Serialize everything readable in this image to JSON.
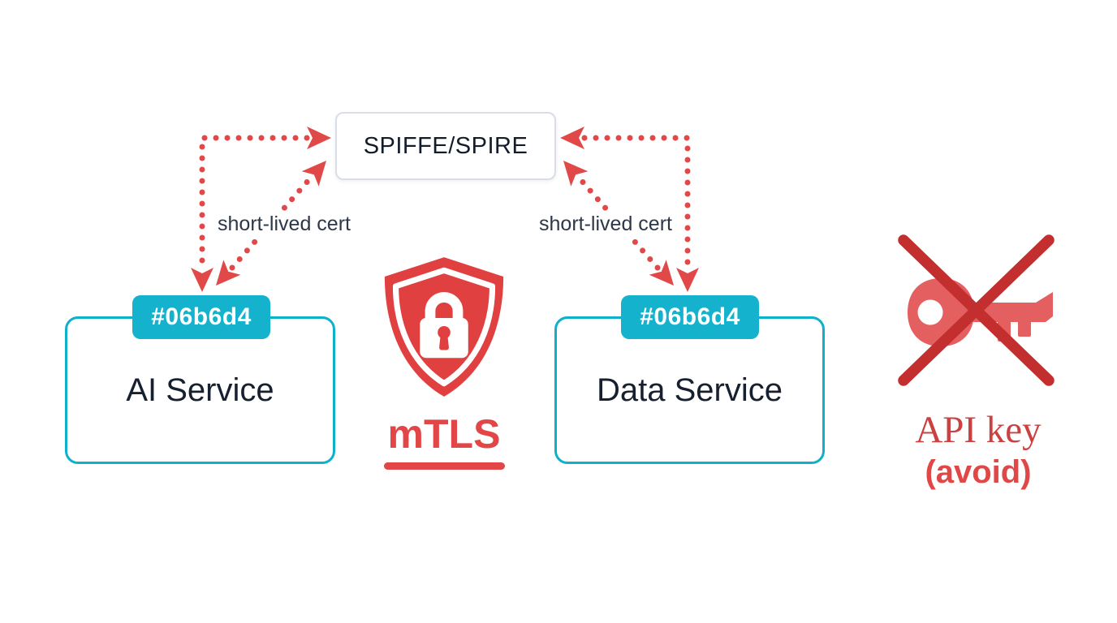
{
  "identity_box": {
    "label": "SPIFFE/SPIRE"
  },
  "connections": {
    "left_label": "short-lived cert",
    "right_label": "short-lived cert"
  },
  "services": {
    "left": {
      "name": "AI Service",
      "tag": "#06b6d4"
    },
    "right": {
      "name": "Data Service",
      "tag": "#06b6d4"
    }
  },
  "mtls": {
    "label": "mTLS",
    "icon": "shield-lock-icon"
  },
  "api_key": {
    "label": "API key",
    "note": "(avoid)",
    "icon": "key-icon",
    "crossed_out": true
  },
  "colors": {
    "teal_accent": "#06b6d4",
    "arrow_red": "#e14848",
    "shield_red": "#e04040",
    "cross_red": "#c32e2e",
    "dark_text": "#16202f"
  }
}
